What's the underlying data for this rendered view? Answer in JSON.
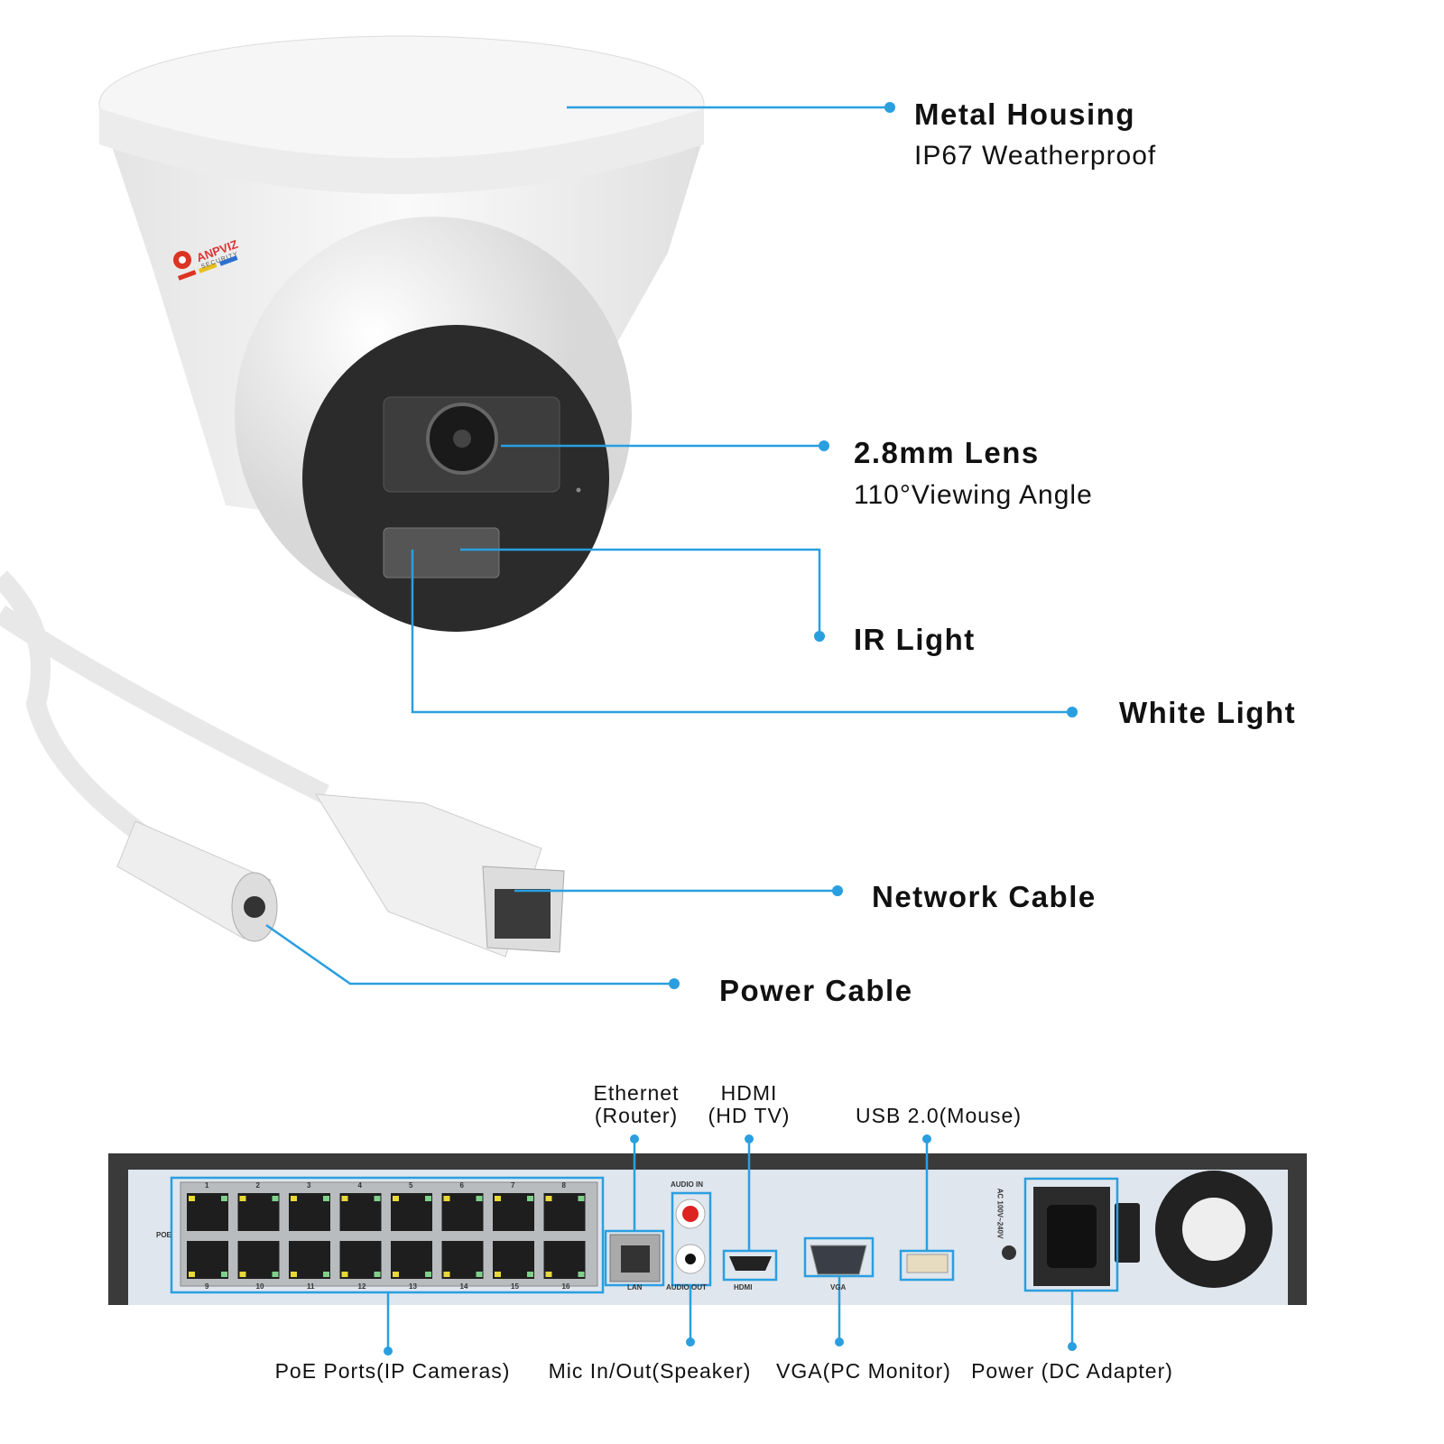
{
  "colors": {
    "callout": "#2a9fe0",
    "camera_body": "#f2f2f2",
    "camera_face": "#2a2a2a",
    "nvr_panel": "#dfe6ee",
    "nvr_frame": "#3a3a3a"
  },
  "camera_callouts": [
    {
      "title": "Metal Housing",
      "subtitle": "IP67 Weatherproof"
    },
    {
      "title": "2.8mm Lens",
      "subtitle": "110°Viewing Angle"
    },
    {
      "title": "IR Light"
    },
    {
      "title": "White Light"
    },
    {
      "title": "Network Cable"
    },
    {
      "title": "Power Cable"
    }
  ],
  "camera_brand": "ANPVIZ",
  "camera_brand_sub": "SECURITY",
  "nvr_callouts_top": [
    {
      "line1": "Ethernet",
      "line2": "(Router)"
    },
    {
      "line1": "HDMI",
      "line2": "(HD TV)"
    },
    {
      "line1": "USB 2.0(Mouse)"
    }
  ],
  "nvr_callouts_bottom": [
    "PoE Ports(IP Cameras)",
    "Mic In/Out(Speaker)",
    "VGA(PC Monitor)",
    "Power (DC Adapter)"
  ],
  "nvr_panel_labels": {
    "poe": "POE",
    "audio_in": "AUDIO IN",
    "audio_out": "AUDIO OUT",
    "lan": "LAN",
    "hdmi": "HDMI",
    "vga": "VGA",
    "ac": "AC 100V~240V"
  },
  "poe_port_numbers": [
    "1",
    "2",
    "3",
    "4",
    "5",
    "6",
    "7",
    "8",
    "9",
    "10",
    "11",
    "12",
    "13",
    "14",
    "15",
    "16"
  ]
}
